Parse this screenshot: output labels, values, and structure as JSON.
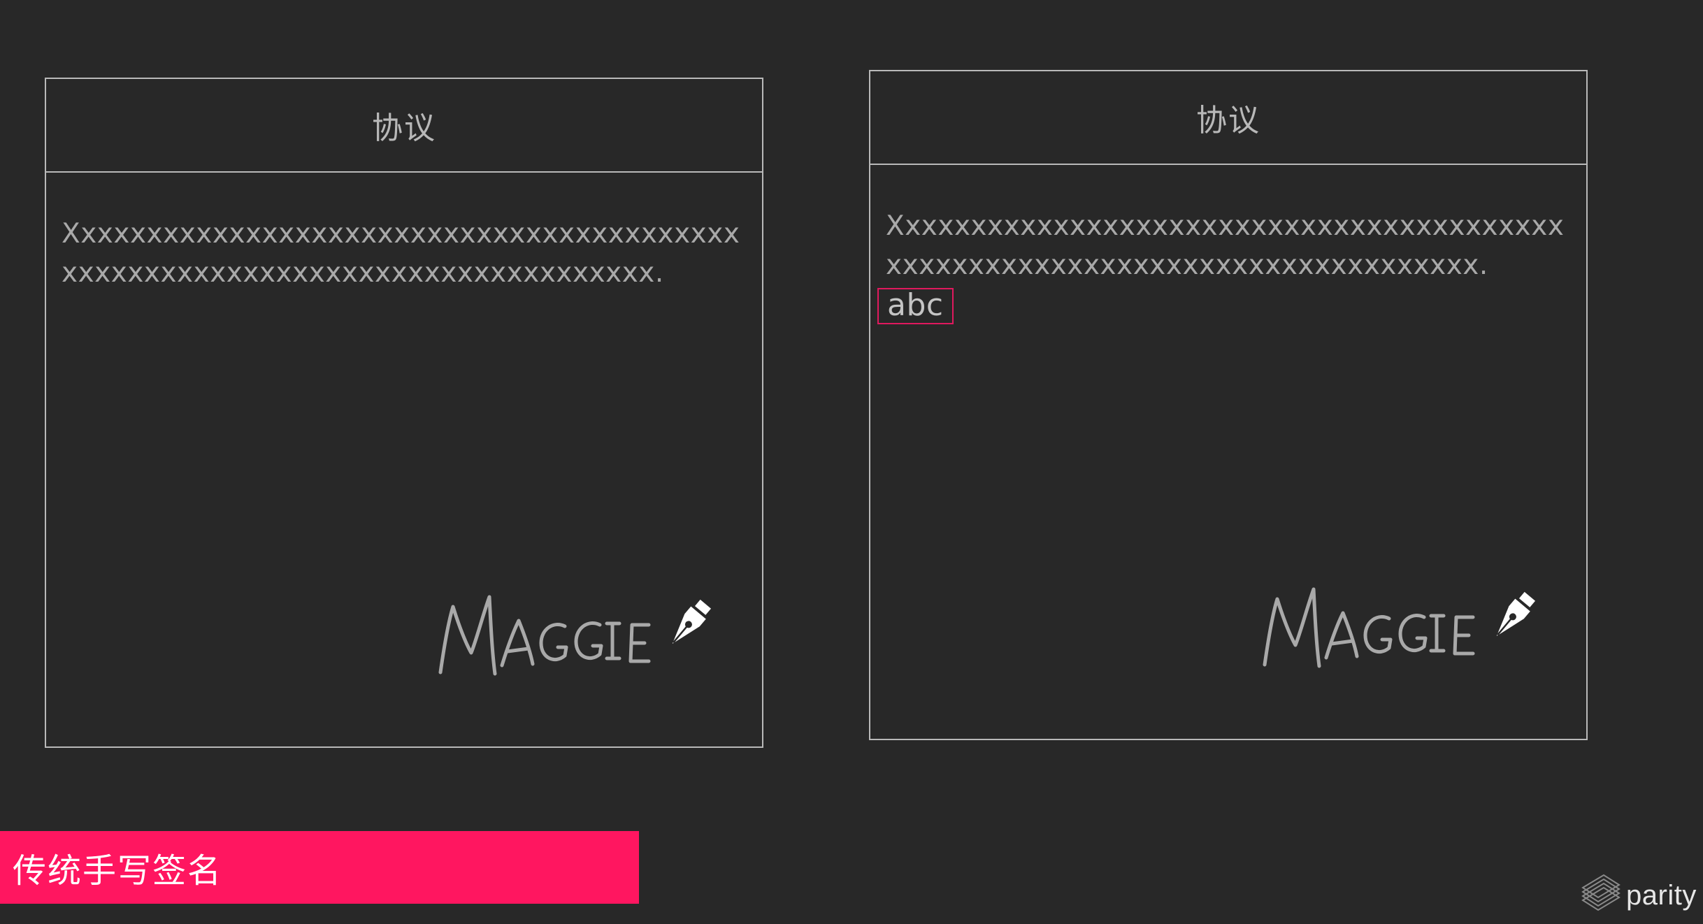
{
  "left_document": {
    "title": "协议",
    "body_lines": [
      "Xxxxxxxxxxxxxxxxxxxxxxxxxxxxxxxxxxxxxxxxx",
      "xxxxxxxxxxxxxxxxxxxxxxxxxxxxxxxxxxxx."
    ],
    "signature_text": "MAGGIE",
    "signature_icon": "fountain-pen-nib-icon"
  },
  "right_document": {
    "title": "协议",
    "body_lines": [
      "Xxxxxxxxxxxxxxxxxxxxxxxxxxxxxxxxxxxxxxxxx",
      "xxxxxxxxxxxxxxxxxxxxxxxxxxxxxxxxxxxx."
    ],
    "inserted_text": "abc",
    "highlight_color": "#e0195e",
    "signature_text": "MAGGIE",
    "signature_icon": "fountain-pen-nib-icon"
  },
  "caption": {
    "text": "传统手写签名",
    "color": "#ff1660"
  },
  "brand": {
    "name": "parity",
    "icon": "parity-logo-icon"
  }
}
